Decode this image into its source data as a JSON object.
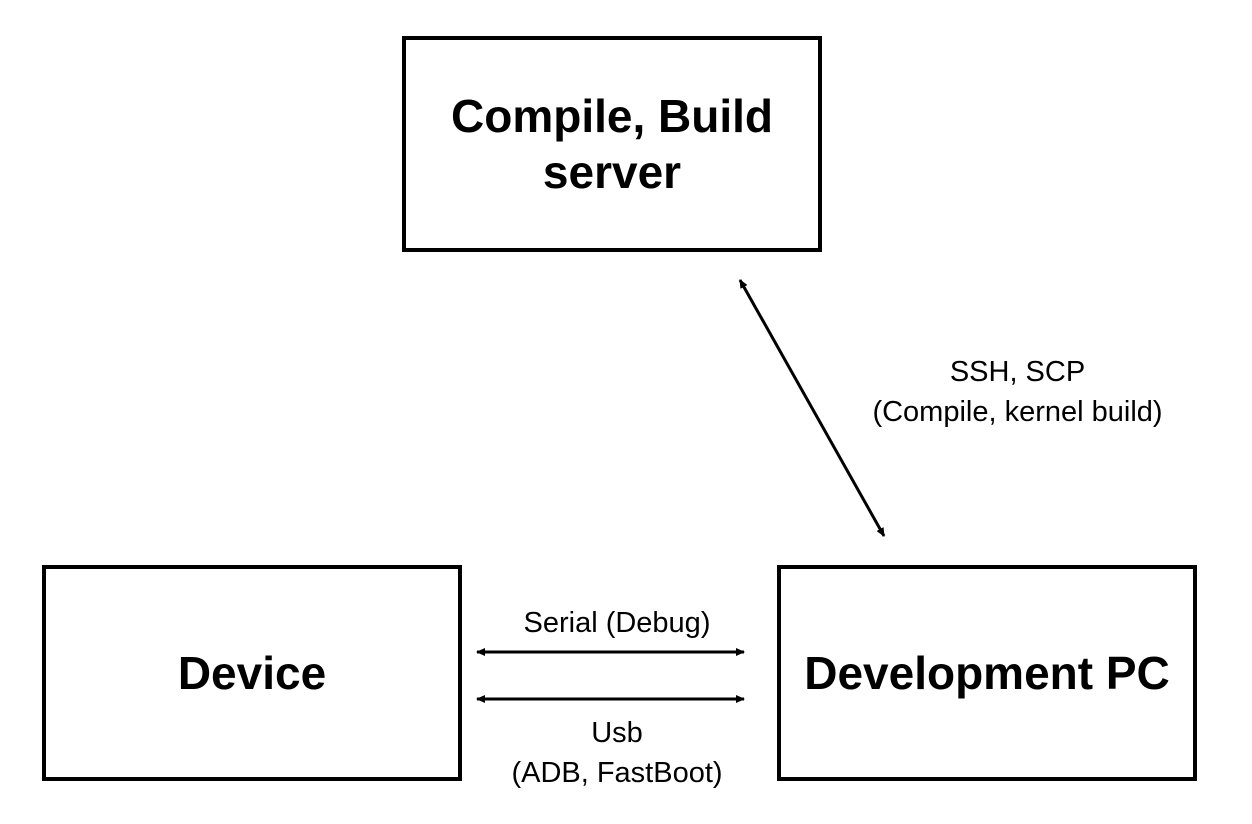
{
  "nodes": {
    "server": {
      "label": "Compile, Build\nserver"
    },
    "device": {
      "label": "Device"
    },
    "pc": {
      "label": "Development PC"
    }
  },
  "edges": {
    "ssh": {
      "label": "SSH, SCP\n(Compile, kernel build)"
    },
    "serial": {
      "label": "Serial (Debug)"
    },
    "usb": {
      "label": "Usb\n(ADB, FastBoot)"
    }
  },
  "colors": {
    "stroke": "#000000",
    "background": "#ffffff"
  }
}
